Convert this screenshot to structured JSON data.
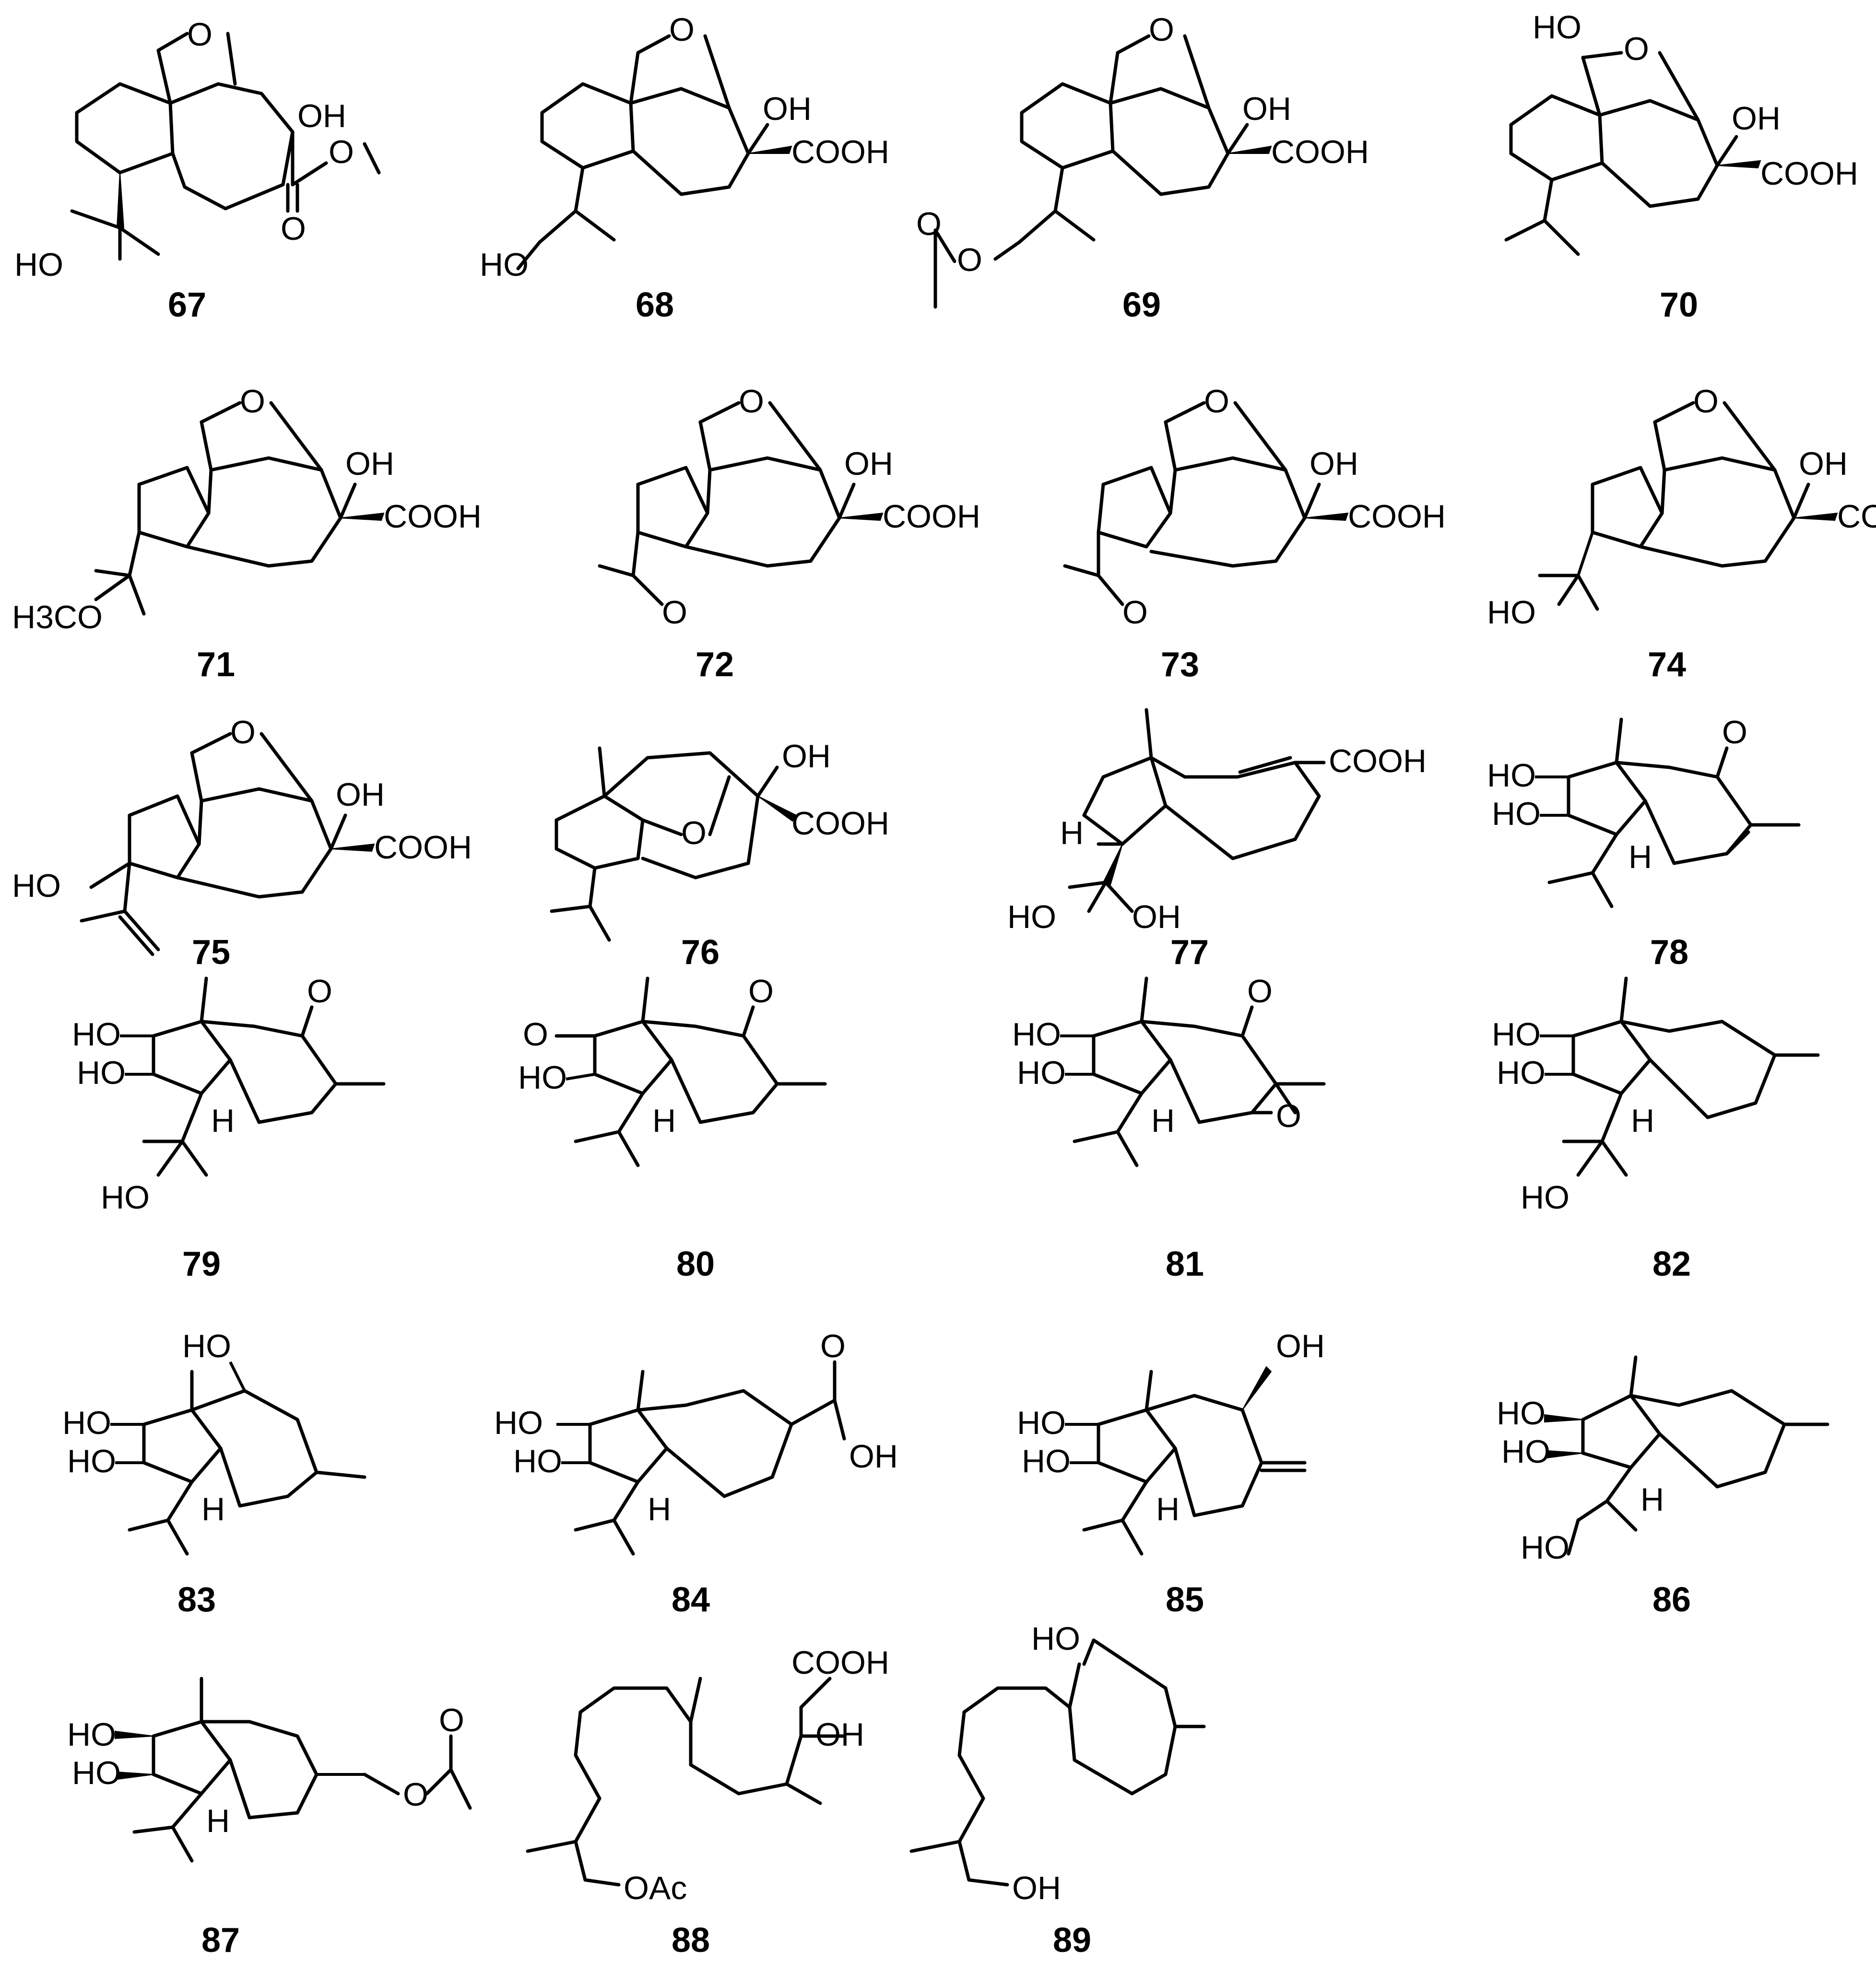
{
  "compounds": [
    {
      "id": "67",
      "labels": [
        "OH",
        "O",
        "O",
        "HO"
      ]
    },
    {
      "id": "68",
      "labels": [
        "O",
        "OH",
        "COOH",
        "HO"
      ]
    },
    {
      "id": "69",
      "labels": [
        "O",
        "OH",
        "COOH",
        "O",
        "O"
      ]
    },
    {
      "id": "70",
      "labels": [
        "HO",
        "O",
        "OH",
        "COOH"
      ]
    },
    {
      "id": "71",
      "labels": [
        "O",
        "OH",
        "COOH",
        "H3CO"
      ]
    },
    {
      "id": "72",
      "labels": [
        "O",
        "OH",
        "COOH",
        "O"
      ]
    },
    {
      "id": "73",
      "labels": [
        "O",
        "OH",
        "COOH",
        "O"
      ]
    },
    {
      "id": "74",
      "labels": [
        "O",
        "OH",
        "COOH",
        "HO"
      ]
    },
    {
      "id": "75",
      "labels": [
        "O",
        "OH",
        "COOH",
        "HO"
      ]
    },
    {
      "id": "76",
      "labels": [
        "OH",
        "O",
        "COOH"
      ]
    },
    {
      "id": "77",
      "labels": [
        "COOH",
        "H",
        "HO",
        "OH"
      ]
    },
    {
      "id": "78",
      "labels": [
        "O",
        "HO",
        "HO",
        "H"
      ]
    },
    {
      "id": "79",
      "labels": [
        "O",
        "HO",
        "HO",
        "H",
        "HO"
      ]
    },
    {
      "id": "80",
      "labels": [
        "O",
        "O",
        "HO",
        "H"
      ]
    },
    {
      "id": "81",
      "labels": [
        "O",
        "HO",
        "HO",
        "H",
        "O"
      ]
    },
    {
      "id": "82",
      "labels": [
        "HO",
        "HO",
        "H",
        "HO"
      ]
    },
    {
      "id": "83",
      "labels": [
        "HO",
        "HO",
        "HO",
        "H"
      ]
    },
    {
      "id": "84",
      "labels": [
        "O",
        "HO",
        "HO",
        "H",
        "OH"
      ]
    },
    {
      "id": "85",
      "labels": [
        "OH",
        "HO",
        "HO",
        "H"
      ]
    },
    {
      "id": "86",
      "labels": [
        "HO",
        "HO",
        "H",
        "HO"
      ]
    },
    {
      "id": "87",
      "labels": [
        "HO",
        "HO",
        "H",
        "O",
        "O"
      ]
    },
    {
      "id": "88",
      "labels": [
        "COOH",
        "OH",
        "OAc"
      ]
    },
    {
      "id": "89",
      "labels": [
        "HO",
        "OH"
      ]
    }
  ]
}
